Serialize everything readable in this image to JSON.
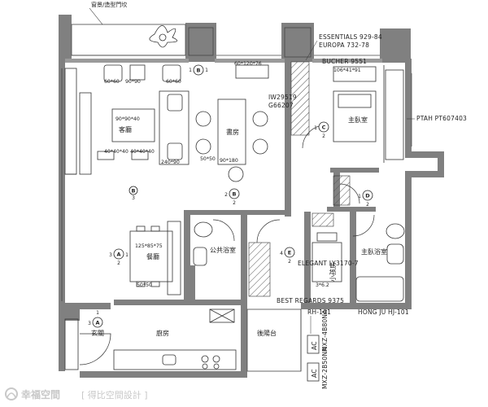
{
  "colors": {
    "wall": "#808080",
    "wall_dark": "#6e6e6e",
    "line": "#333333",
    "accent": "#8c8c8c"
  },
  "top_note": "窗景/造型門坎",
  "rooms": {
    "living": "客廳",
    "study": "書房",
    "dining": "餐廳",
    "master": "主臥室",
    "kitchen": "廚房",
    "balcony": "後陽台",
    "entry": "玄關",
    "public_bath": "公共浴室",
    "master_bath": "主臥浴室",
    "small_room": "小孩房"
  },
  "dimensions": {
    "d1": "60*60",
    "d2": "90*90",
    "d3": "60*60",
    "d4": "60*120*76",
    "d5": "90*90*40",
    "d6": "40*40*40",
    "d7": "40*40*40",
    "d8": "240*90",
    "d9": "50*50",
    "d10": "90*180",
    "d11": "125*85*75",
    "d12": "50*50",
    "d13": "106*41*91",
    "d14": "3*6.2"
  },
  "brand_labels": {
    "essentials": "ESSENTIALS 929-84",
    "europa": "EUROPA 732-78",
    "bucher": "BUCHER 9551",
    "iw": "IW29519",
    "g": "G66207",
    "ptah": "PTAH  PT607403",
    "elegant": "ELEGANT LY3170-7",
    "best": "BEST REGARDS 9375",
    "rh": "RH-101",
    "hongju": "HONG JU HJ-101",
    "mxz1": "MXZ-4B80NA",
    "mxz2": "MXZ-2B50NA",
    "ac1": "AC",
    "ac2": "AC"
  },
  "markers": {
    "m1": "B",
    "m2": "B",
    "m3": "B",
    "m4": "C",
    "m5": "D",
    "m6": "A",
    "m7": "A",
    "m8": "E"
  },
  "marker_nums": {
    "n1_l": "1",
    "n1_r": "1",
    "n2_b": "3",
    "n3_l": "2",
    "n3_b": "2",
    "n4_l": "1",
    "n4_b": "2",
    "n5_l": "1",
    "n5_b": "2",
    "n6_l": "3",
    "n6_r": "1",
    "n6_b": "2",
    "n7_t": "1",
    "n7_l": "3",
    "n8_l": "4",
    "n8_b": "2"
  },
  "watermark": {
    "brand": "幸福空間",
    "designer": "[ 得比空間設計 ]"
  }
}
